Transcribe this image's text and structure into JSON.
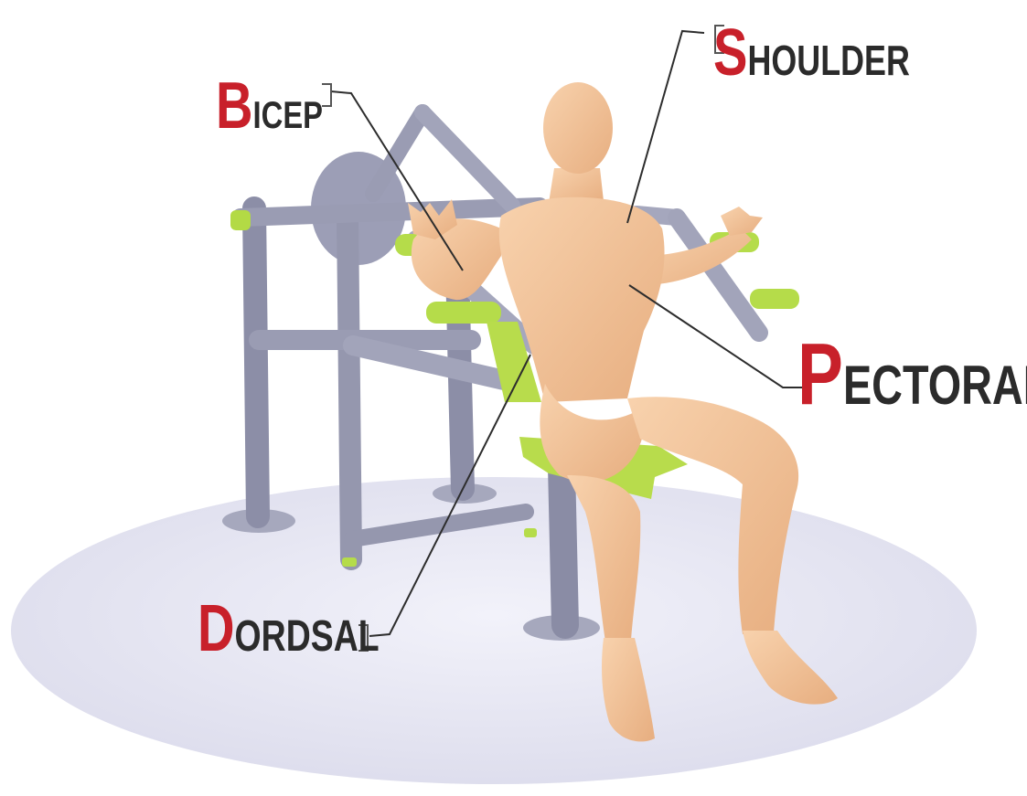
{
  "labels": {
    "bicep": {
      "first": "B",
      "rest": "ICEP"
    },
    "shoulder": {
      "first": "S",
      "rest": "HOULDER"
    },
    "pectoral": {
      "first": "P",
      "rest": "ECTORAL"
    },
    "dordsal": {
      "first": "D",
      "rest": "ORDSAL"
    }
  },
  "colors": {
    "accent_letter": "#c8202a",
    "label_text": "#2b2b2b",
    "frame": "#9a9cb3",
    "grip": "#b5dc4a",
    "seat": "#b8dc4c",
    "figure": "#f2c49b",
    "floor": "#e6e6f2"
  }
}
